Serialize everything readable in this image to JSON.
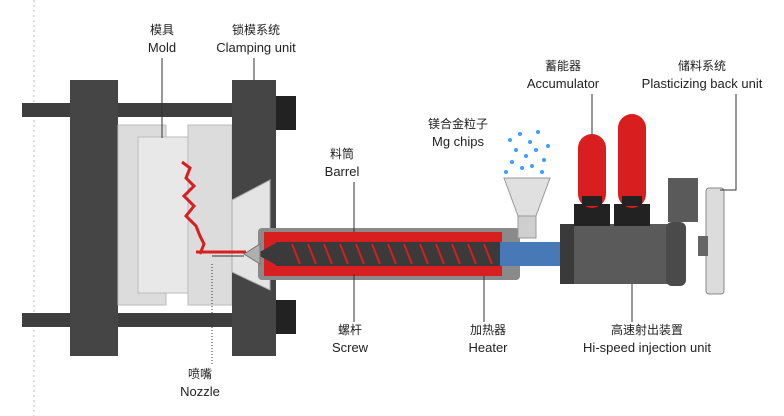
{
  "labels": {
    "mold": {
      "zh": "模具",
      "en": "Mold"
    },
    "clamping_unit": {
      "zh": "锁模系统",
      "en": "Clamping unit"
    },
    "barrel": {
      "zh": "料筒",
      "en": "Barrel"
    },
    "mg_chips": {
      "zh": "镁合金粒子",
      "en": "Mg chips"
    },
    "accumulator": {
      "zh": "蓄能器",
      "en": "Accumulator"
    },
    "plasticizing_back_unit": {
      "zh": "储料系统",
      "en": "Plasticizing back unit"
    },
    "screw": {
      "zh": "螺杆",
      "en": "Screw"
    },
    "heater": {
      "zh": "加热器",
      "en": "Heater"
    },
    "injection_unit": {
      "zh": "高速射出装置",
      "en": "Hi-speed injection unit"
    },
    "nozzle": {
      "zh": "喷嘴",
      "en": "Nozzle"
    }
  },
  "colors": {
    "platen": "#454545",
    "tie_bar": "#3e3e3e",
    "mold_light": "#dcdcdc",
    "metal_light": "#e6e6e6",
    "barrel_gray": "#8a8a8a",
    "heater_red": "#d81e1e",
    "screw_dark": "#3a3a3a",
    "chips_blue": "#3aa0ff",
    "leader_line": "#333333"
  }
}
